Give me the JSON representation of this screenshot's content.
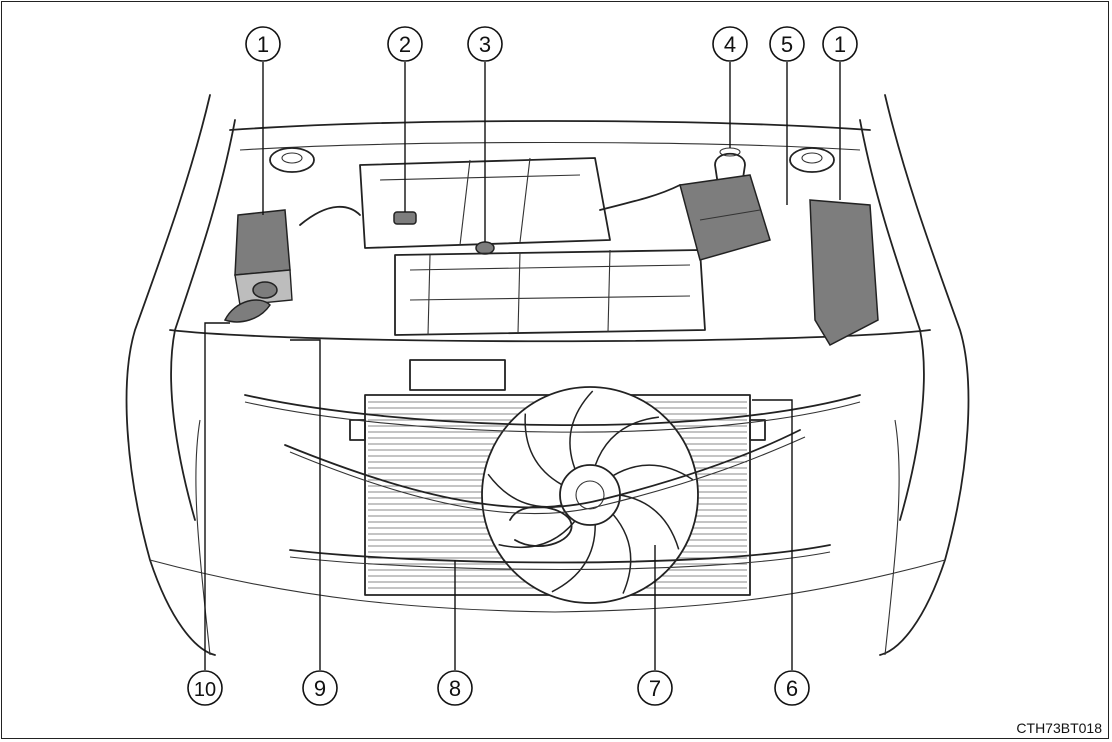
{
  "diagram": {
    "figure_code": "CTH73BT018",
    "callouts": [
      {
        "label": "1"
      },
      {
        "label": "2"
      },
      {
        "label": "3"
      },
      {
        "label": "4"
      },
      {
        "label": "5"
      },
      {
        "label": "1"
      },
      {
        "label": "10"
      },
      {
        "label": "9"
      },
      {
        "label": "8"
      },
      {
        "label": "7"
      },
      {
        "label": "6"
      }
    ]
  }
}
